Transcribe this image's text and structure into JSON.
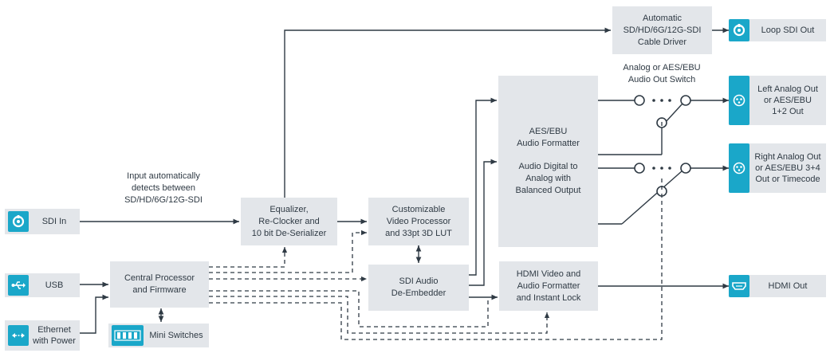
{
  "accent_color": "#1aa7c9",
  "box_color": "#e3e6ea",
  "line_color": "#2f3a44",
  "inputs": {
    "sdi_in": {
      "label": "SDI In",
      "icon": "bnc-connector-icon"
    },
    "usb": {
      "label": "USB",
      "icon": "usb-icon"
    },
    "ethernet": {
      "label_line1": "Ethernet",
      "label_line2": "with Power",
      "icon": "ethernet-icon"
    },
    "mini_switches": {
      "label": "Mini Switches",
      "icon": "dip-switch-icon"
    }
  },
  "blocks": {
    "cable_driver": {
      "line1": "Automatic",
      "line2": "SD/HD/6G/12G-SDI",
      "line3": "Cable Driver"
    },
    "equalizer": {
      "line1": "Equalizer,",
      "line2": "Re-Clocker and",
      "line3": "10 bit De-Serializer"
    },
    "video_processor": {
      "line1": "Customizable",
      "line2": "Video Processor",
      "line3": "and 33pt 3D LUT"
    },
    "audio_deembedder": {
      "line1": "SDI Audio",
      "line2": "De-Embedder"
    },
    "central_processor": {
      "line1": "Central Processor",
      "line2": "and Firmware"
    },
    "aes_formatter": {
      "line1": "AES/EBU",
      "line2": "Audio Formatter",
      "line3": "Audio Digital to",
      "line4": "Analog with",
      "line5": "Balanced Output"
    },
    "hdmi_formatter": {
      "line1": "HDMI Video and",
      "line2": "Audio Formatter",
      "line3": "and Instant Lock"
    }
  },
  "annotations": {
    "input_detect": {
      "line1": "Input automatically",
      "line2": "detects between",
      "line3": "SD/HD/6G/12G-SDI"
    },
    "audio_switch": {
      "line1": "Analog or AES/EBU",
      "line2": "Audio Out Switch"
    }
  },
  "outputs": {
    "loop_sdi_out": {
      "label": "Loop SDI Out",
      "icon": "bnc-connector-icon"
    },
    "left_analog": {
      "line1": "Left Analog Out",
      "line2": "or AES/EBU",
      "line3": "1+2 Out",
      "icon": "xlr-connector-icon"
    },
    "right_analog": {
      "line1": "Right Analog Out",
      "line2": "or AES/EBU 3+4",
      "line3": "Out or Timecode",
      "icon": "xlr-connector-icon"
    },
    "hdmi_out": {
      "label": "HDMI Out",
      "icon": "hdmi-connector-icon"
    }
  }
}
